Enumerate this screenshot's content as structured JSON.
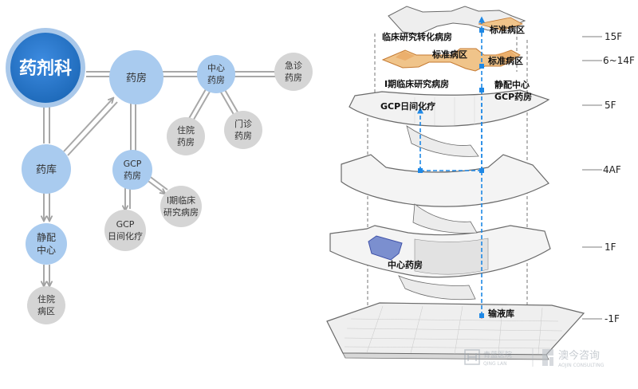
{
  "colors": {
    "hub": "#2f7bc9",
    "hub_ring": "#a9c8ea",
    "blue_node": "#a9cbef",
    "grey_node": "#d5d5d5",
    "edge": "#a8a8a8",
    "dash": "#1e88e5",
    "floor_fill": "#f2f2f2",
    "floor_stroke": "#6f6f6f",
    "orange": "#f0c48a",
    "orange_stroke": "#c57a32"
  },
  "tree": {
    "nodes": [
      {
        "id": "pharmacy-dept",
        "label": [
          "药剂科"
        ],
        "style": "hub"
      },
      {
        "id": "pharmacy",
        "label": [
          "药房"
        ],
        "style": "blue"
      },
      {
        "id": "central-pharmacy",
        "label": [
          "中心",
          "药房"
        ],
        "style": "blue"
      },
      {
        "id": "emergency-pharmacy",
        "label": [
          "急诊",
          "药房"
        ],
        "style": "grey"
      },
      {
        "id": "inpatient-pharmacy",
        "label": [
          "住院",
          "药房"
        ],
        "style": "grey"
      },
      {
        "id": "outpatient-pharmacy",
        "label": [
          "门诊",
          "药房"
        ],
        "style": "grey"
      },
      {
        "id": "drug-store",
        "label": [
          "药库"
        ],
        "style": "blue"
      },
      {
        "id": "gcp-pharmacy",
        "label": [
          "GCP",
          "药房"
        ],
        "style": "blue"
      },
      {
        "id": "gcp-daytime",
        "label": [
          "GCP",
          "日间化疗"
        ],
        "style": "grey"
      },
      {
        "id": "phase1-clinical",
        "label": [
          "I期临床",
          "研究病房"
        ],
        "style": "grey"
      },
      {
        "id": "pivas",
        "label": [
          "静配",
          "中心"
        ],
        "style": "blue"
      },
      {
        "id": "inpatient-ward",
        "label": [
          "住院",
          "病区"
        ],
        "style": "grey"
      }
    ]
  },
  "floors": {
    "levels": [
      "15F",
      "6~14F",
      "5F",
      "4AF",
      "1F",
      "-1F"
    ],
    "labels": {
      "standard_ward_top": "标准病区",
      "clinical_ward": "临床研究转化病房",
      "standard_ward_mid": "标准病区",
      "standard_ward_right": "标准病区",
      "phase1_ward": "I期临床研究病房",
      "pivas": "静配中心",
      "gcp_pharmacy": "GCP药房",
      "gcp_daytime": "GCP日间化疗",
      "central_pharmacy": "中心药房",
      "infusion_store": "输液库"
    }
  },
  "watermark": {
    "brand_cn": "澳今咨询",
    "brand_en": "AOJIN CONSULTING",
    "mark_cn": "青蓝医院",
    "mark_en": "QING LAN"
  }
}
